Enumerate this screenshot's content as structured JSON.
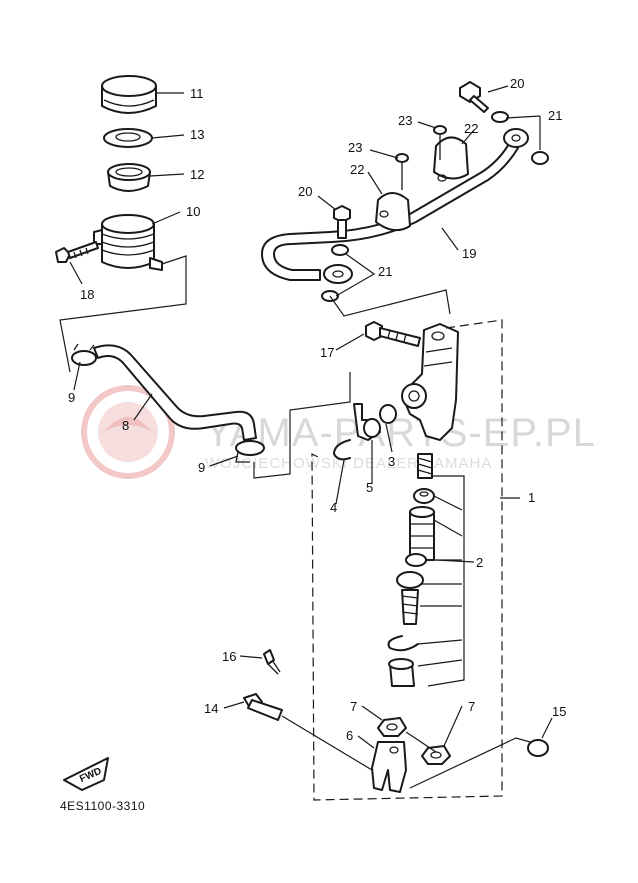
{
  "diagram_code": "4ES1100-3310",
  "fwd_label": "FWD",
  "watermark": {
    "main": "YAMA-PARTS-EP.PL",
    "sub": "WOJCIECHOWSKI DEALER YAMAHA"
  },
  "callouts": [
    {
      "id": "c11",
      "label": "11"
    },
    {
      "id": "c13",
      "label": "13"
    },
    {
      "id": "c12",
      "label": "12"
    },
    {
      "id": "c10",
      "label": "10"
    },
    {
      "id": "c18",
      "label": "18"
    },
    {
      "id": "c9a",
      "label": "9"
    },
    {
      "id": "c8",
      "label": "8"
    },
    {
      "id": "c9b",
      "label": "9"
    },
    {
      "id": "c20a",
      "label": "20"
    },
    {
      "id": "c21a",
      "label": "21"
    },
    {
      "id": "c23a",
      "label": "23"
    },
    {
      "id": "c22a",
      "label": "22"
    },
    {
      "id": "c23b",
      "label": "23"
    },
    {
      "id": "c22b",
      "label": "22"
    },
    {
      "id": "c20b",
      "label": "20"
    },
    {
      "id": "c19",
      "label": "19"
    },
    {
      "id": "c21b",
      "label": "21"
    },
    {
      "id": "c17",
      "label": "17"
    },
    {
      "id": "c3",
      "label": "3"
    },
    {
      "id": "c4",
      "label": "4"
    },
    {
      "id": "c5",
      "label": "5"
    },
    {
      "id": "c1",
      "label": "1"
    },
    {
      "id": "c2",
      "label": "2"
    },
    {
      "id": "c16",
      "label": "16"
    },
    {
      "id": "c14",
      "label": "14"
    },
    {
      "id": "c7a",
      "label": "7"
    },
    {
      "id": "c7b",
      "label": "7"
    },
    {
      "id": "c6",
      "label": "6"
    },
    {
      "id": "c15",
      "label": "15"
    }
  ]
}
